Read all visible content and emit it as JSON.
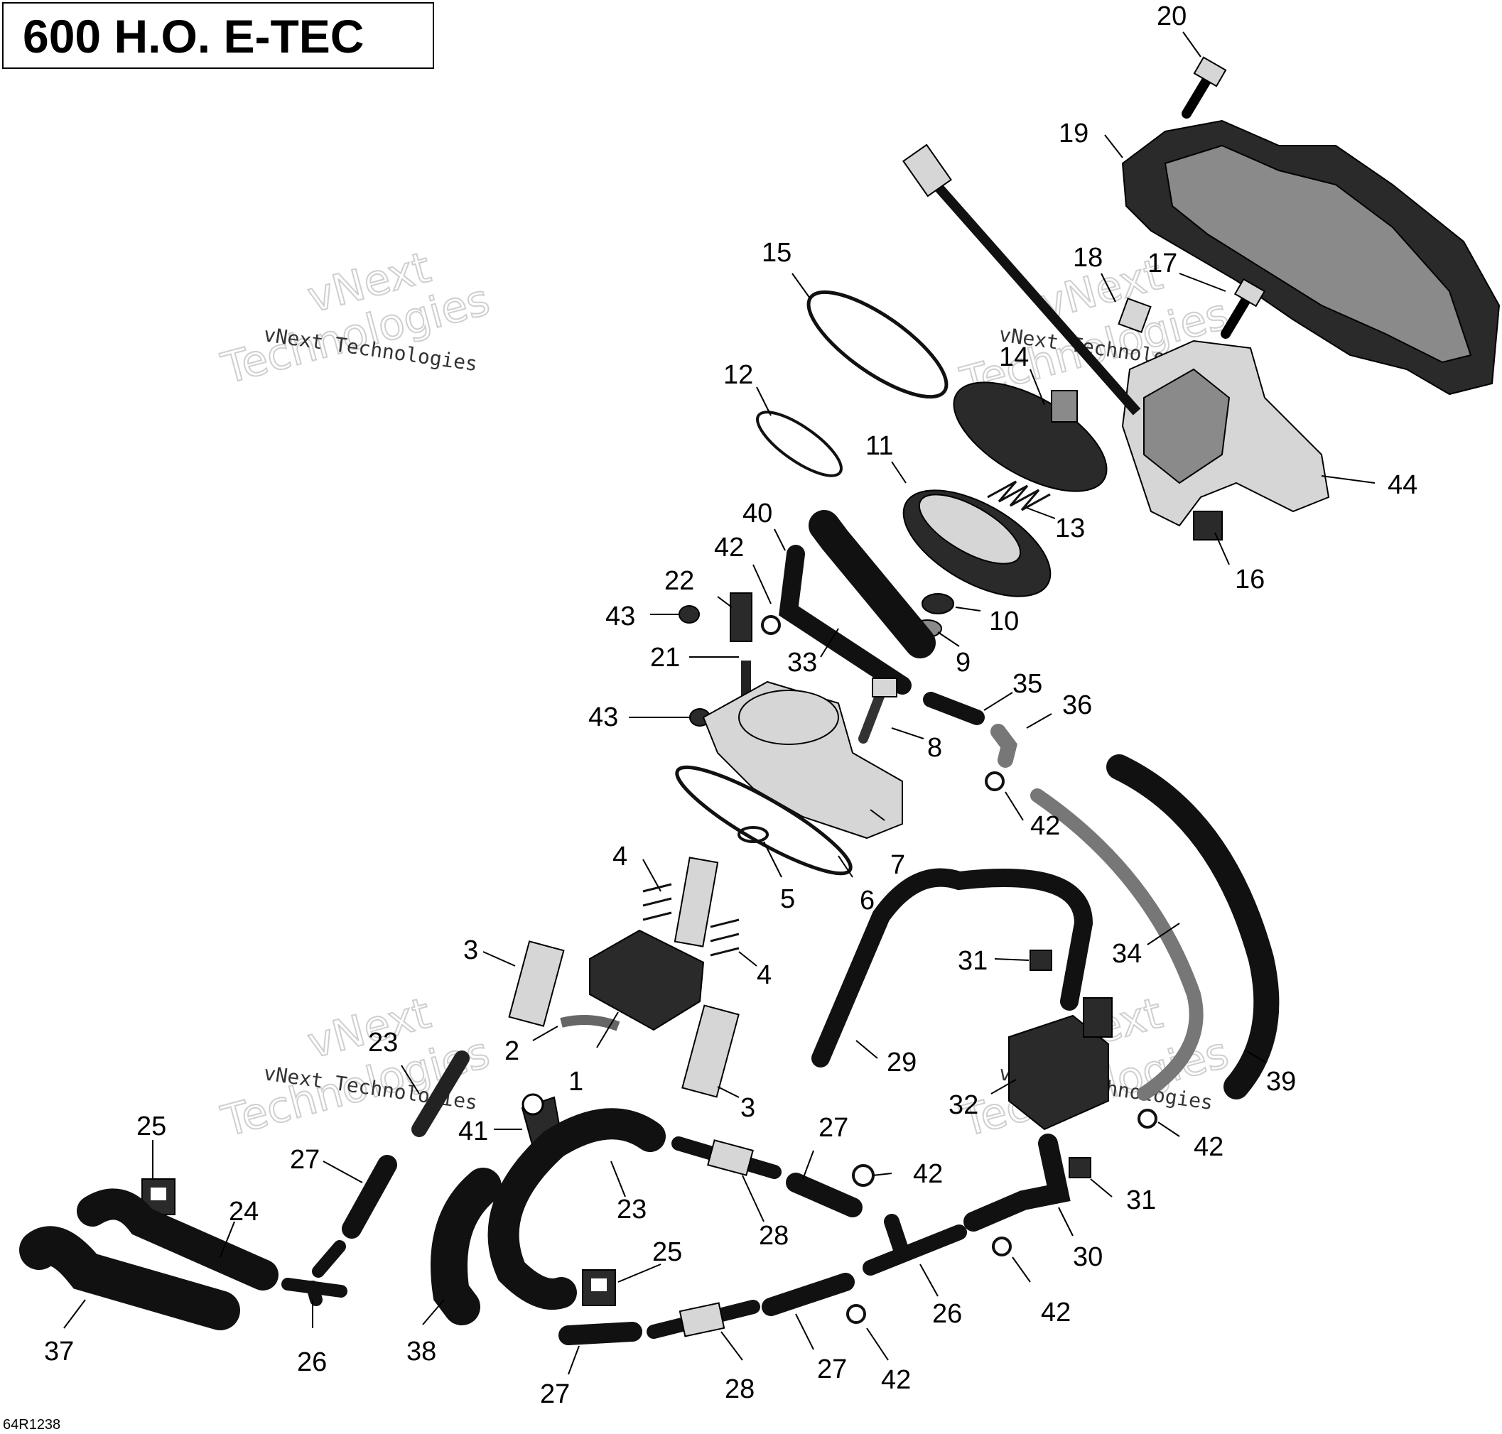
{
  "title": "600 H.O. E-TEC",
  "diagram_code": "64R1238",
  "watermarks": [
    {
      "brand_line1": "vNext",
      "brand_line2": "Technologies",
      "small": "vNext Technologies"
    },
    {
      "brand_line1": "vNext",
      "brand_line2": "Technologies",
      "small": "vNext Technologies"
    },
    {
      "brand_line1": "vNext",
      "brand_line2": "Technologies",
      "small": "vNext Technologies"
    },
    {
      "brand_line1": "vNext",
      "brand_line2": "Technologies",
      "small": "vNext Technologies"
    }
  ],
  "callouts": [
    "20",
    "19",
    "15",
    "18",
    "17",
    "12",
    "14",
    "11",
    "44",
    "40",
    "13",
    "42",
    "22",
    "16",
    "43",
    "10",
    "33",
    "9",
    "21",
    "35",
    "36",
    "43",
    "8",
    "42",
    "7",
    "4",
    "5",
    "6",
    "3",
    "4",
    "31",
    "34",
    "2",
    "1",
    "29",
    "23",
    "39",
    "32",
    "3",
    "25",
    "41",
    "27",
    "42",
    "24",
    "27",
    "42",
    "31",
    "23",
    "28",
    "25",
    "30",
    "26",
    "26",
    "42",
    "37",
    "38",
    "27",
    "28",
    "27",
    "42",
    "27"
  ]
}
